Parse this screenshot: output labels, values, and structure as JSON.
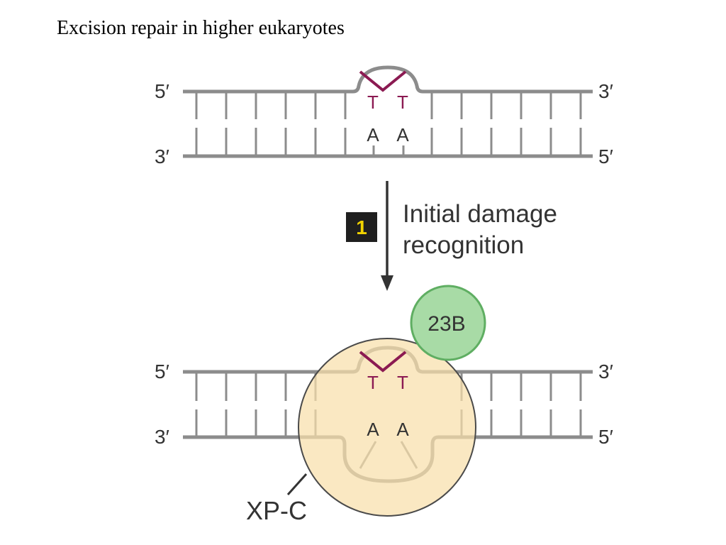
{
  "title": "Excision repair in higher eukaryotes",
  "colors": {
    "backbone": "#8c8c8c",
    "thymine": "#8b1a52",
    "label": "#333333",
    "step_badge_bg": "#1f1f1f",
    "step_badge_text": "#f2d300",
    "protein_23b_fill": "#a8dba6",
    "protein_23b_stroke": "#5fae62",
    "xpc_fill": "#f8dfaa",
    "xpc_stroke": "#4a4a4a"
  },
  "top_duplex": {
    "top_left_end": "5′",
    "top_right_end": "3′",
    "bottom_left_end": "3′",
    "bottom_right_end": "5′",
    "thymine_1": "T",
    "thymine_2": "T",
    "adenine_1": "A",
    "adenine_2": "A"
  },
  "step": {
    "number": "1",
    "line_1": "Initial damage",
    "line_2": "recognition"
  },
  "bottom_duplex": {
    "top_left_end": "5′",
    "top_right_end": "3′",
    "bottom_left_end": "3′",
    "bottom_right_end": "5′",
    "thymine_1": "T",
    "thymine_2": "T",
    "adenine_1": "A",
    "adenine_2": "A"
  },
  "proteins": {
    "p23b": "23B",
    "xpc": "XP-C"
  }
}
